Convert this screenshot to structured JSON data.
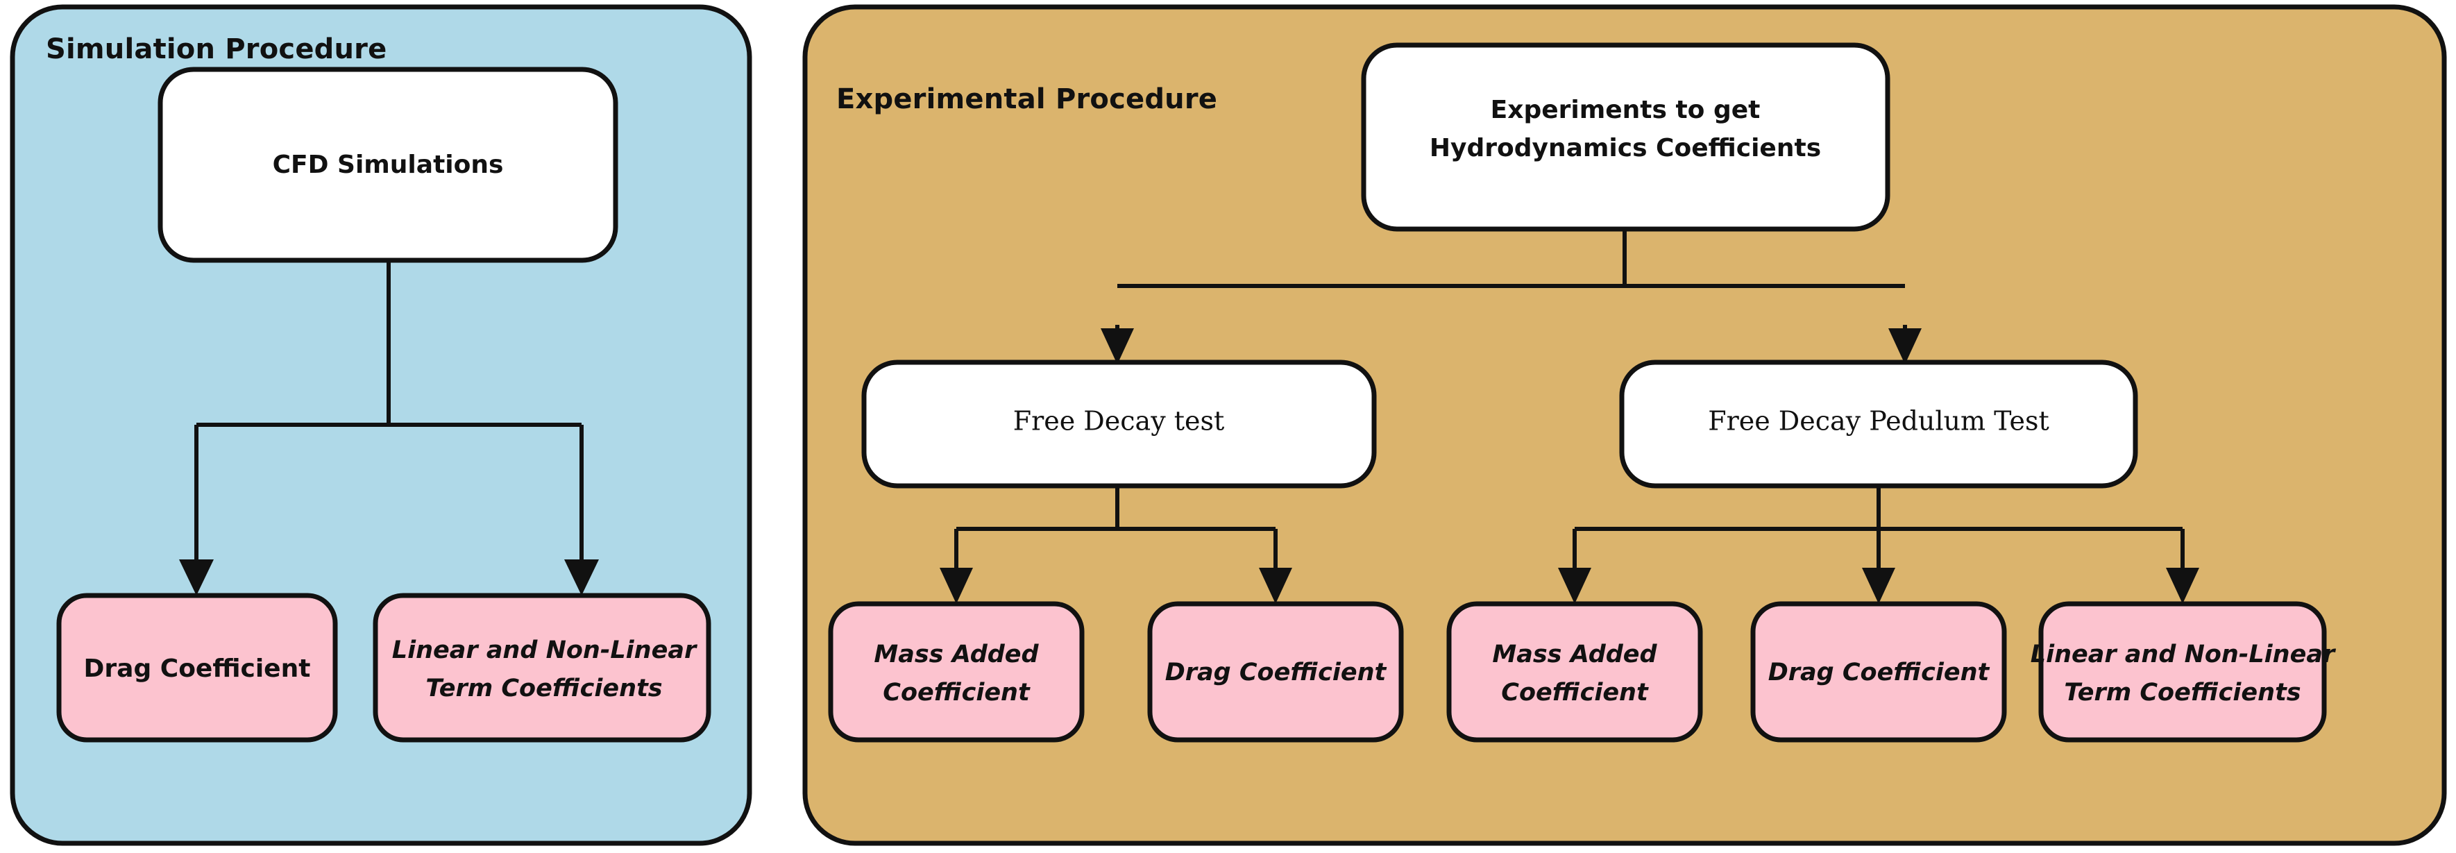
{
  "figure": {
    "type": "flowchart",
    "description": "Two-panel flowchart comparing Simulation Procedure and Experimental Procedure for obtaining hydrodynamic coefficients"
  },
  "colors": {
    "simulation_panel_fill": "#AFD9E8",
    "experimental_panel_fill": "#DBB46D",
    "process_node_fill": "#FFFFFF",
    "result_node_fill": "#FCC3CF",
    "outline": "#111111",
    "page_background": "#FFFFFF"
  },
  "panels": [
    {
      "id": "simulation",
      "title": "Simulation Procedure",
      "fill_key": "simulation_panel_fill"
    },
    {
      "id": "experimental",
      "title": "Experimental Procedure",
      "fill_key": "experimental_panel_fill"
    }
  ],
  "nodes": {
    "sim_root": {
      "lines": [
        "CFD Simulations"
      ],
      "style": "process"
    },
    "sim_leaf_1": {
      "lines": [
        "Drag Coefficient"
      ],
      "style": "result"
    },
    "sim_leaf_2": {
      "lines": [
        "Linear and Non-Linear",
        "Term Coefficients"
      ],
      "style": "result"
    },
    "exp_root": {
      "lines": [
        "Experiments to get",
        "Hydrodynamics Coefficients"
      ],
      "style": "process"
    },
    "exp_branch_1": {
      "lines": [
        "Free Decay test"
      ],
      "style": "process-serif"
    },
    "exp_branch_2": {
      "lines": [
        "Free Decay Pedulum Test"
      ],
      "style": "process-serif"
    },
    "exp_leaf_1": {
      "lines": [
        "Mass Added",
        "Coefficient"
      ],
      "style": "result"
    },
    "exp_leaf_2": {
      "lines": [
        "Drag Coefficient"
      ],
      "style": "result"
    },
    "exp_leaf_3": {
      "lines": [
        "Mass Added",
        "Coefficient"
      ],
      "style": "result"
    },
    "exp_leaf_4": {
      "lines": [
        "Drag Coefficient"
      ],
      "style": "result"
    },
    "exp_leaf_5": {
      "lines": [
        "Linear and Non-Linear",
        "Term Coefficients"
      ],
      "style": "result"
    }
  },
  "edges": [
    {
      "from": "sim_root",
      "to": "sim_leaf_1"
    },
    {
      "from": "sim_root",
      "to": "sim_leaf_2"
    },
    {
      "from": "exp_root",
      "to": "exp_branch_1"
    },
    {
      "from": "exp_root",
      "to": "exp_branch_2"
    },
    {
      "from": "exp_branch_1",
      "to": "exp_leaf_1"
    },
    {
      "from": "exp_branch_1",
      "to": "exp_leaf_2"
    },
    {
      "from": "exp_branch_2",
      "to": "exp_leaf_3"
    },
    {
      "from": "exp_branch_2",
      "to": "exp_leaf_4"
    },
    {
      "from": "exp_branch_2",
      "to": "exp_leaf_5"
    }
  ]
}
